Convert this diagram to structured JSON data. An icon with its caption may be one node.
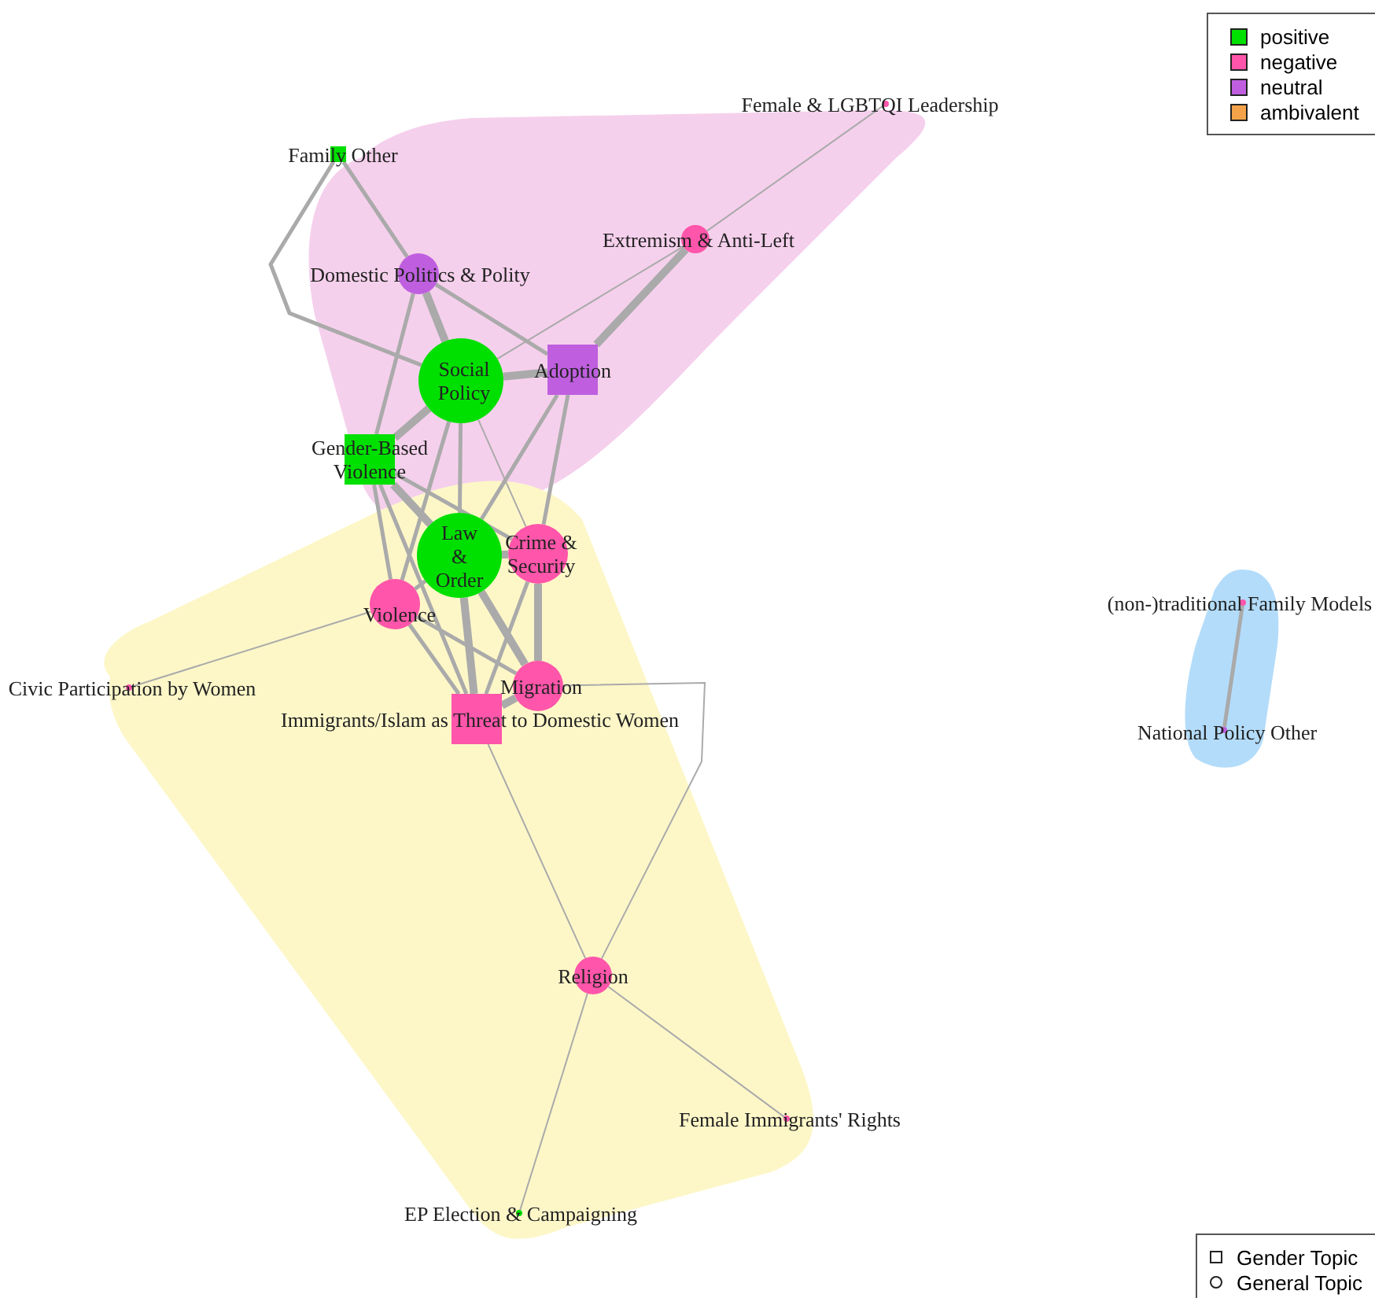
{
  "diagram": {
    "nodes": [
      {
        "text": [
          "Female & LGBTQI Leadership"
        ]
      },
      {
        "text": [
          "Family Other"
        ]
      },
      {
        "text": [
          "Extremism & Anti-Left"
        ]
      },
      {
        "text": [
          "Domestic Politics & Polity"
        ]
      },
      {
        "text": [
          "Social Policy"
        ]
      },
      {
        "text": [
          "Adoption"
        ]
      },
      {
        "text": [
          "Gender-Based Violence"
        ]
      },
      {
        "text": [
          "Law & Order"
        ]
      },
      {
        "text": [
          "Crime & Security"
        ]
      },
      {
        "text": [
          "Violence"
        ]
      },
      {
        "text": [
          "Civic Participation by Women"
        ]
      },
      {
        "text": [
          "Migration"
        ]
      },
      {
        "text": [
          "Immigrants/Islam as Threat to Domestic Women"
        ]
      },
      {
        "text": [
          "Religion"
        ]
      },
      {
        "text": [
          "Female Immigrants' Rights"
        ]
      },
      {
        "text": [
          "EP Election & Campaigning"
        ]
      },
      {
        "text": [
          "(non-)traditional Family Models"
        ]
      },
      {
        "text": [
          "National Policy Other"
        ]
      }
    ],
    "edges": [
      {
        "from": 0,
        "to": 2,
        "arrow": "none"
      },
      {
        "from": 2,
        "to": 5,
        "arrow": "none",
        "style": "thick"
      },
      {
        "from": 2,
        "to": 4,
        "arrow": "none"
      },
      {
        "from": 1,
        "to": 3,
        "arrow": "none"
      },
      {
        "from": 1,
        "to": 4,
        "arrow": "none"
      },
      {
        "from": 3,
        "to": 4,
        "arrow": "none",
        "style": "thick"
      },
      {
        "from": 3,
        "to": 5,
        "arrow": "none"
      },
      {
        "from": 3,
        "to": 6,
        "arrow": "none"
      },
      {
        "from": 4,
        "to": 5,
        "arrow": "none",
        "style": "thick"
      },
      {
        "from": 4,
        "to": 6,
        "arrow": "none",
        "style": "thick"
      },
      {
        "from": 4,
        "to": 7,
        "arrow": "none"
      },
      {
        "from": 4,
        "to": 8,
        "arrow": "none"
      },
      {
        "from": 4,
        "to": 9,
        "arrow": "none"
      },
      {
        "from": 5,
        "to": 7,
        "arrow": "none"
      },
      {
        "from": 5,
        "to": 8,
        "arrow": "none"
      },
      {
        "from": 6,
        "to": 7,
        "arrow": "none",
        "style": "thick"
      },
      {
        "from": 6,
        "to": 9,
        "arrow": "none"
      },
      {
        "from": 6,
        "to": 8,
        "arrow": "none"
      },
      {
        "from": 6,
        "to": 12,
        "arrow": "none"
      },
      {
        "from": 7,
        "to": 8,
        "arrow": "none",
        "style": "thick"
      },
      {
        "from": 7,
        "to": 9,
        "arrow": "none"
      },
      {
        "from": 7,
        "to": 11,
        "arrow": "none",
        "style": "thick"
      },
      {
        "from": 7,
        "to": 12,
        "arrow": "none",
        "style": "thick"
      },
      {
        "from": 8,
        "to": 11,
        "arrow": "none",
        "style": "thick"
      },
      {
        "from": 8,
        "to": 12,
        "arrow": "none"
      },
      {
        "from": 9,
        "to": 11,
        "arrow": "none"
      },
      {
        "from": 9,
        "to": 12,
        "arrow": "none"
      },
      {
        "from": 9,
        "to": 10,
        "arrow": "none"
      },
      {
        "from": 11,
        "to": 12,
        "arrow": "none",
        "style": "thick"
      },
      {
        "from": 11,
        "to": 13,
        "arrow": "none"
      },
      {
        "from": 12,
        "to": 13,
        "arrow": "none"
      },
      {
        "from": 13,
        "to": 14,
        "arrow": "none"
      },
      {
        "from": 13,
        "to": 15,
        "arrow": "none"
      },
      {
        "from": 16,
        "to": 17,
        "arrow": "none"
      }
    ],
    "legend": [
      {
        "text": "positive",
        "color": "#00e000"
      },
      {
        "text": "negative",
        "color": "#ff55aa"
      },
      {
        "text": "neutral",
        "color": "#bf5fdf"
      },
      {
        "text": "ambivalent",
        "color": "#f4a34a"
      },
      {
        "text": "Gender Topic"
      },
      {
        "text": "General Topic"
      }
    ]
  }
}
